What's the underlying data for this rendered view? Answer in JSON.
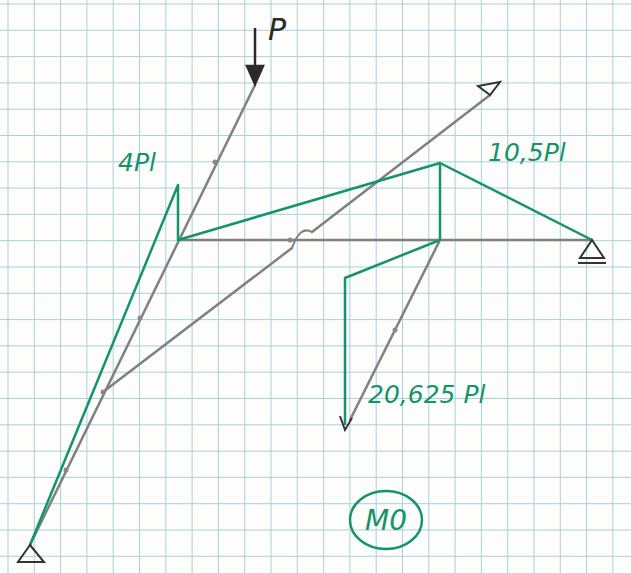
{
  "diagram": {
    "nodes": [
      {
        "text": [
          "M0"
        ]
      }
    ],
    "labels": [
      "P",
      "4Pl",
      "10,5Pl",
      "20,625 Pl"
    ]
  }
}
